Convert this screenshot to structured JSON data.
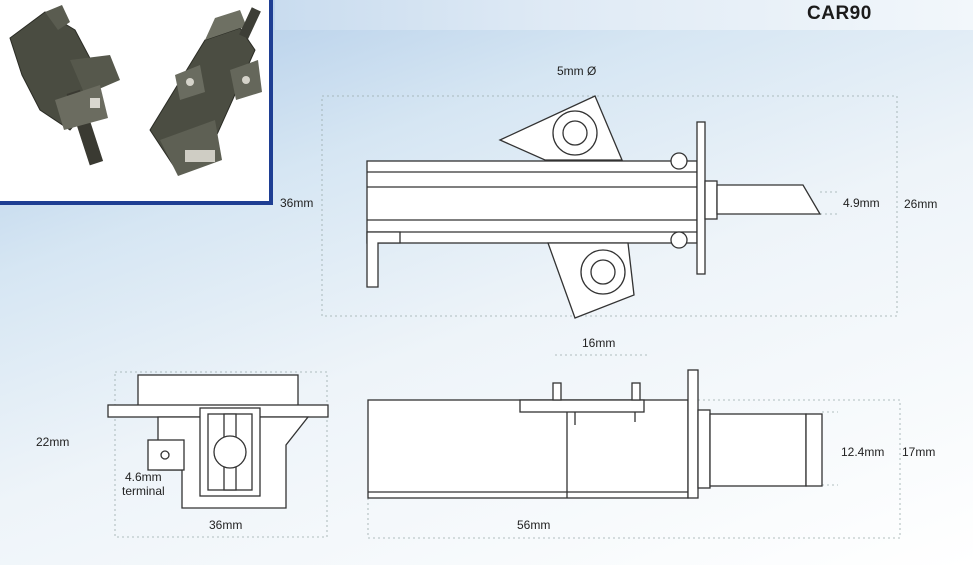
{
  "title": "CAR90",
  "labels": {
    "diameter": "5mm Ø",
    "height_top": "36mm",
    "brush_width": "4.9mm",
    "overall_height": "26mm",
    "bracket_width": "16mm",
    "side_height": "22mm",
    "terminal_line1": "4.6mm",
    "terminal_line2": "terminal",
    "base_width": "36mm",
    "length": "56mm",
    "brush_height": "12.4mm",
    "housing_height": "17mm"
  },
  "colors": {
    "frame": "#1e3e93",
    "line": "#333333",
    "part_dark": "#3f4136"
  }
}
